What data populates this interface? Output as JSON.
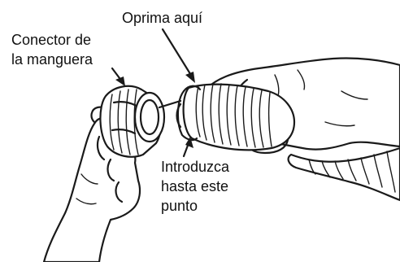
{
  "labels": {
    "connector": [
      "Conector de",
      "la manguera"
    ],
    "press": "Oprima aquí",
    "insert": [
      "Introduzca",
      "hasta este",
      "punto"
    ]
  },
  "colors": {
    "ink": "#1a1a1a",
    "background": "#ffffff"
  }
}
